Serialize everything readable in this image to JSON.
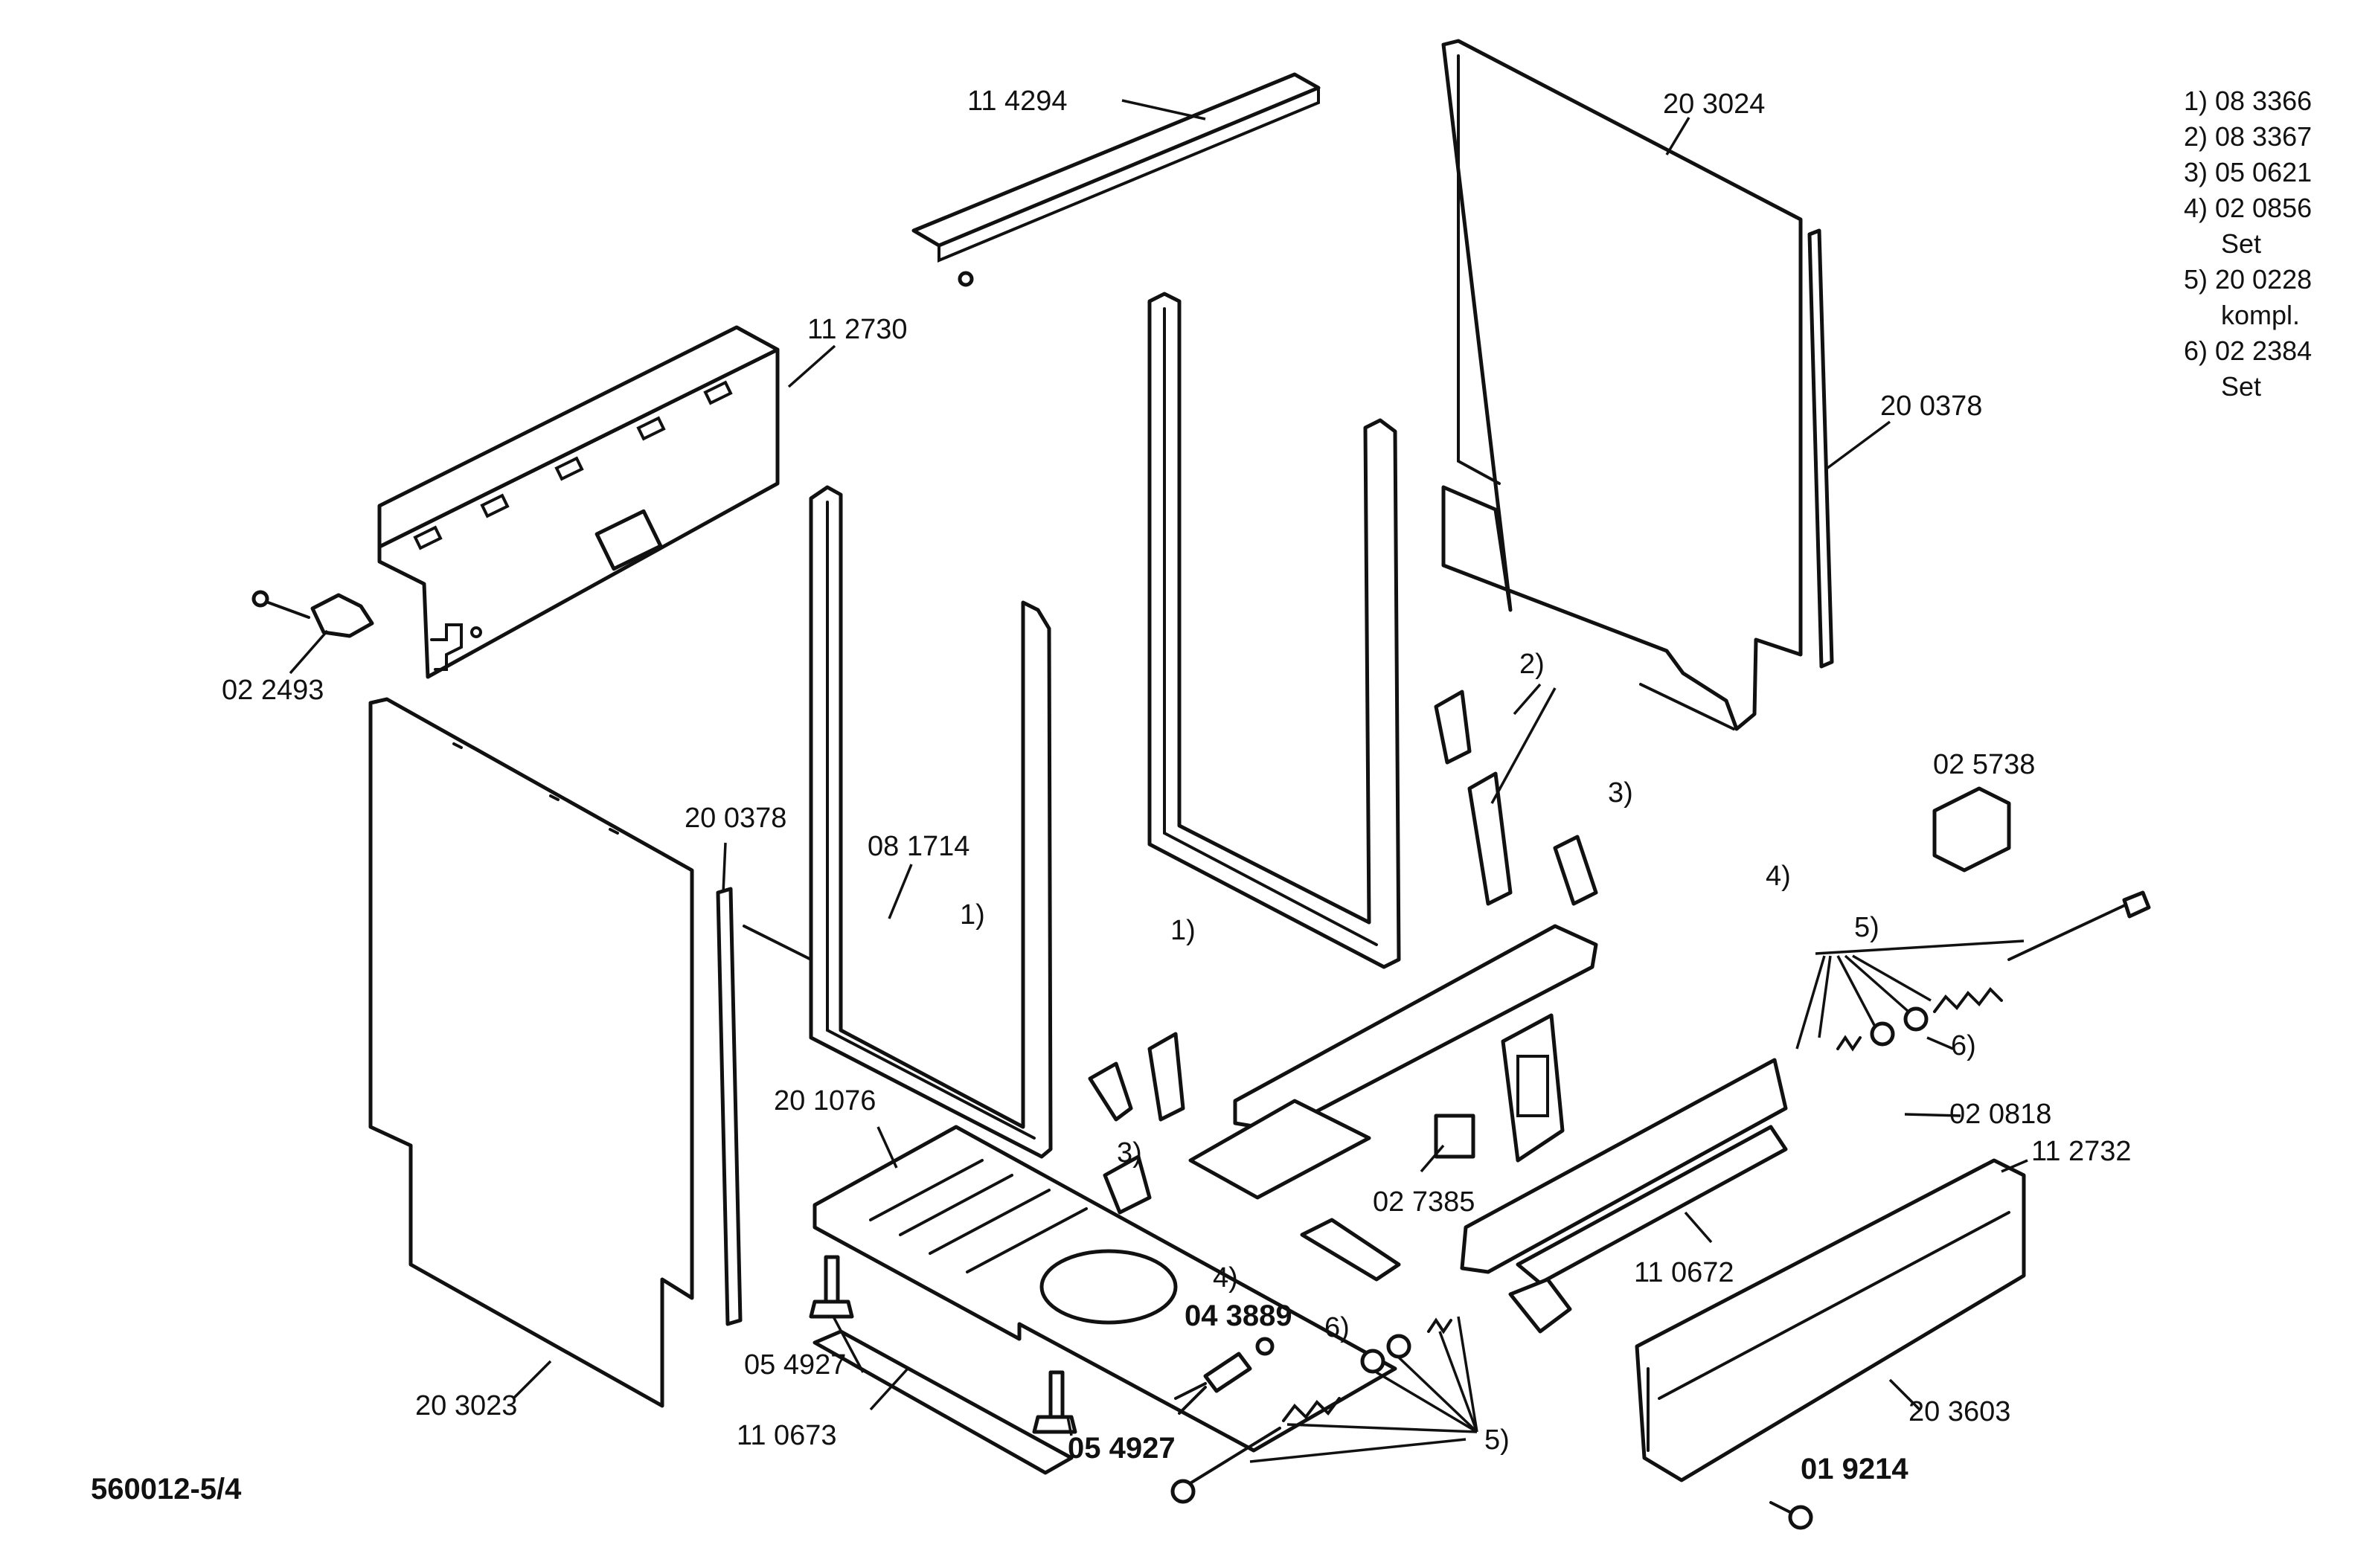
{
  "labels": {
    "p114294": "11 4294",
    "p203024": "20 3024",
    "p112730": "11 2730",
    "p200378_top": "20 0378",
    "p022493": "02 2493",
    "p200378_left": "20 0378",
    "p081714": "08 1714",
    "c1_left": "1)",
    "c1_mid": "1)",
    "c2": "2)",
    "c3_top": "3)",
    "c3_mid": "3)",
    "c4_top": "4)",
    "c4_mid": "4)",
    "c5_top": "5)",
    "c5_bottom": "5)",
    "c6_right": "6)",
    "c6_bottom": "6)",
    "p025738": "02 5738",
    "p020818": "02 0818",
    "p112732": "11 2732",
    "p201076": "20 1076",
    "p027385": "02 7385",
    "p110672": "11 0672",
    "p043889": "04 3889",
    "p054927_left": "05 4927",
    "p054927_right": "05 4927",
    "p203023": "20 3023",
    "p110673": "11 0673",
    "p203603": "20 3603",
    "p019214": "01 9214",
    "drawing_no": "560012-5/4"
  },
  "legend": [
    {
      "line": "1) 08 3366"
    },
    {
      "line": "2) 08 3367"
    },
    {
      "line": "3) 05 0621"
    },
    {
      "line": "4) 02 0856"
    },
    {
      "line": "Set"
    },
    {
      "line": "5) 20 0228"
    },
    {
      "line": "kompl."
    },
    {
      "line": "6) 02 2384"
    },
    {
      "line": "Set"
    }
  ]
}
